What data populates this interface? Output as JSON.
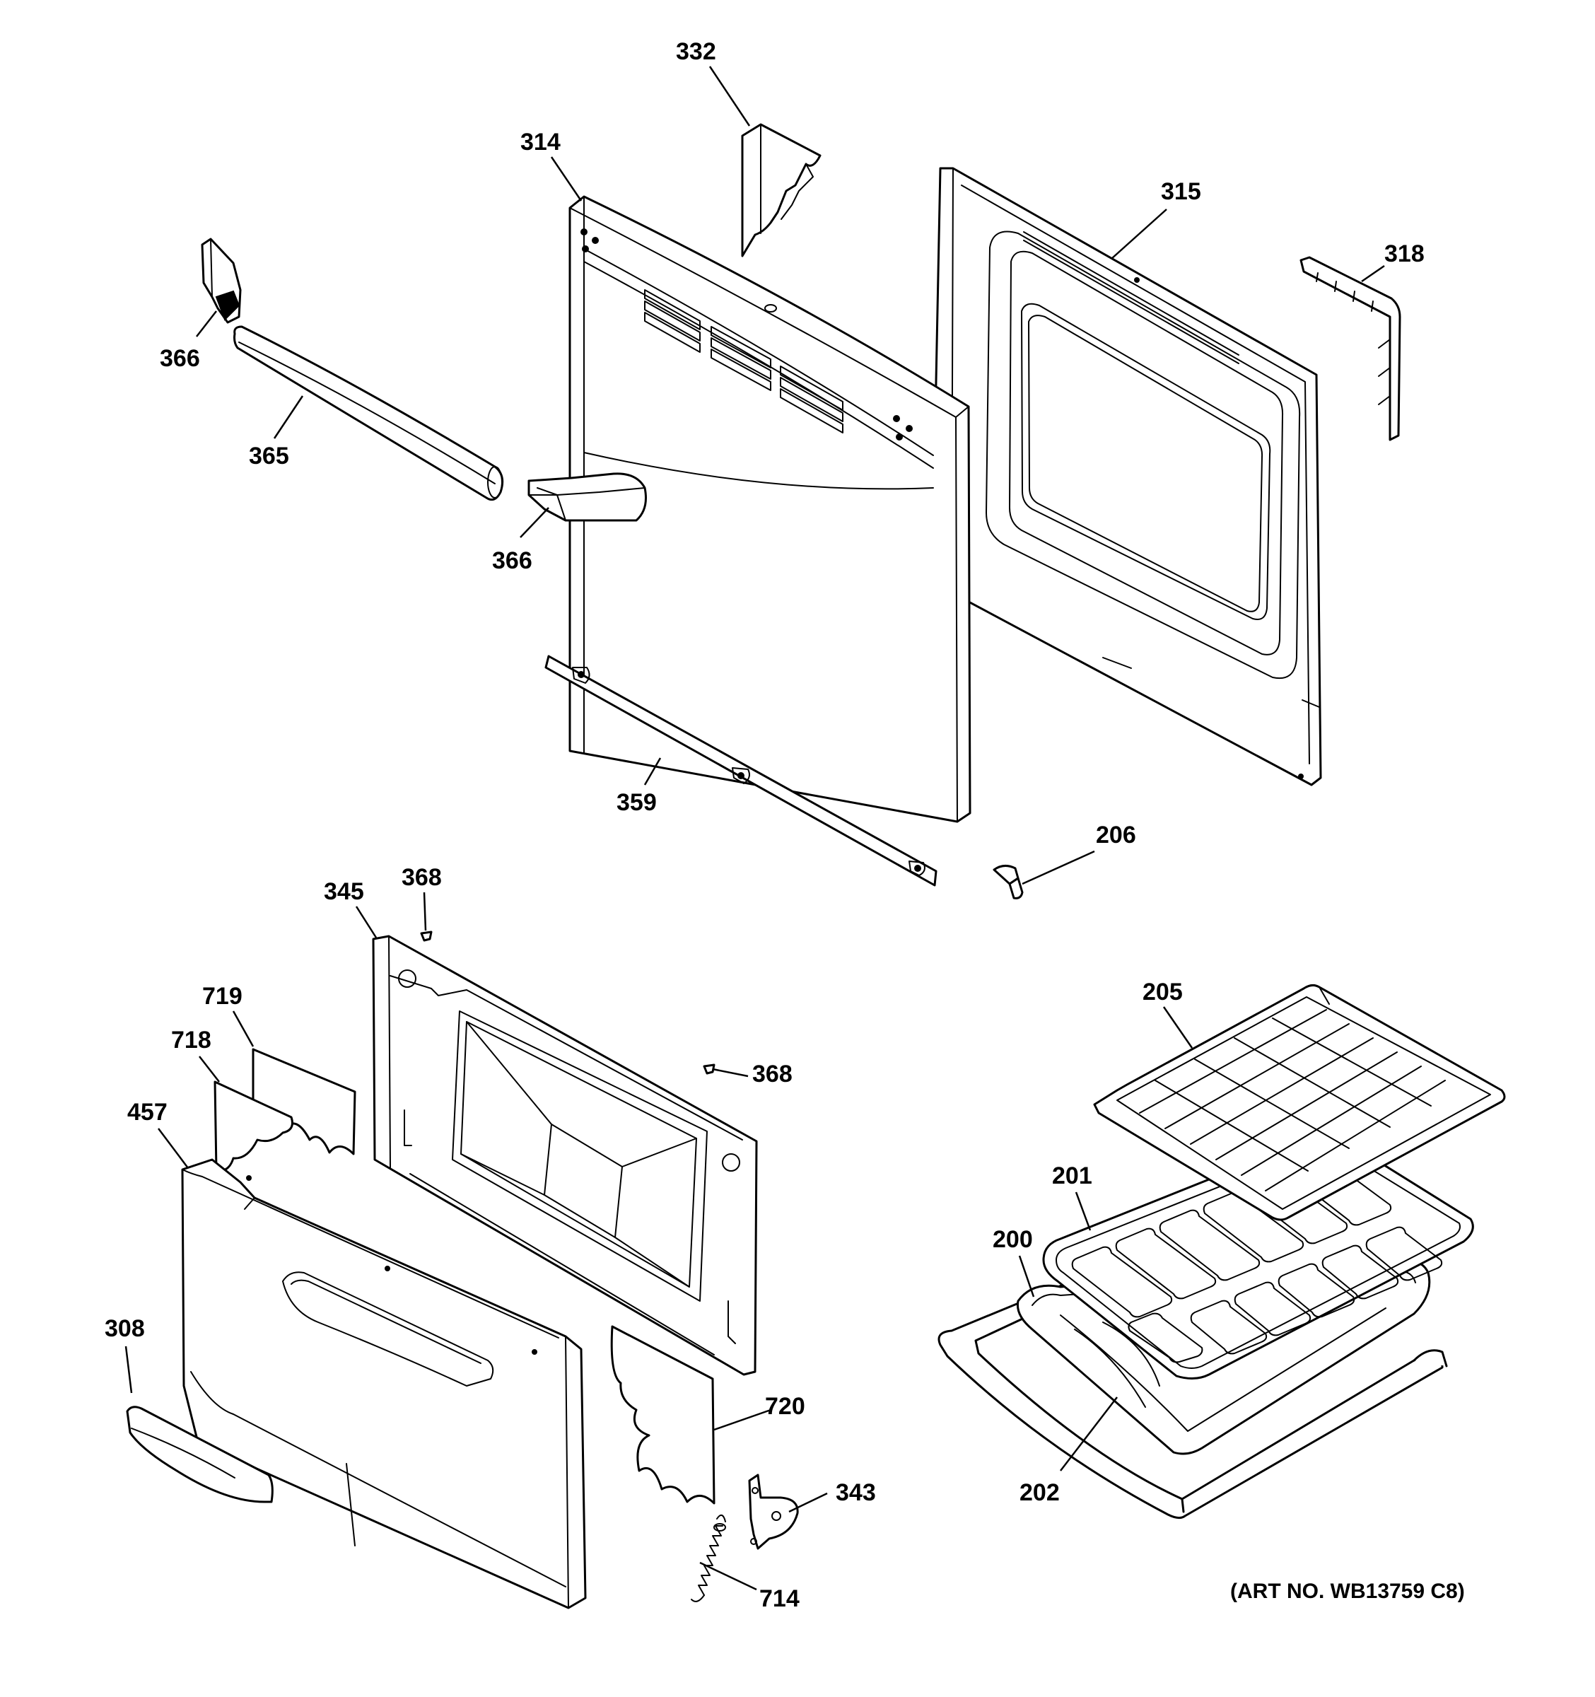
{
  "callouts": [
    {
      "id": "332",
      "label": "332"
    },
    {
      "id": "314",
      "label": "314"
    },
    {
      "id": "315",
      "label": "315"
    },
    {
      "id": "318",
      "label": "318"
    },
    {
      "id": "366a",
      "label": "366"
    },
    {
      "id": "365",
      "label": "365"
    },
    {
      "id": "366b",
      "label": "366"
    },
    {
      "id": "359",
      "label": "359"
    },
    {
      "id": "206",
      "label": "206"
    },
    {
      "id": "345",
      "label": "345"
    },
    {
      "id": "368a",
      "label": "368"
    },
    {
      "id": "368b",
      "label": "368"
    },
    {
      "id": "719",
      "label": "719"
    },
    {
      "id": "718",
      "label": "718"
    },
    {
      "id": "457",
      "label": "457"
    },
    {
      "id": "308",
      "label": "308"
    },
    {
      "id": "720",
      "label": "720"
    },
    {
      "id": "343",
      "label": "343"
    },
    {
      "id": "714",
      "label": "714"
    },
    {
      "id": "205",
      "label": "205"
    },
    {
      "id": "201",
      "label": "201"
    },
    {
      "id": "200",
      "label": "200"
    },
    {
      "id": "202",
      "label": "202"
    }
  ],
  "art_number": "(ART NO. WB13759 C8)"
}
